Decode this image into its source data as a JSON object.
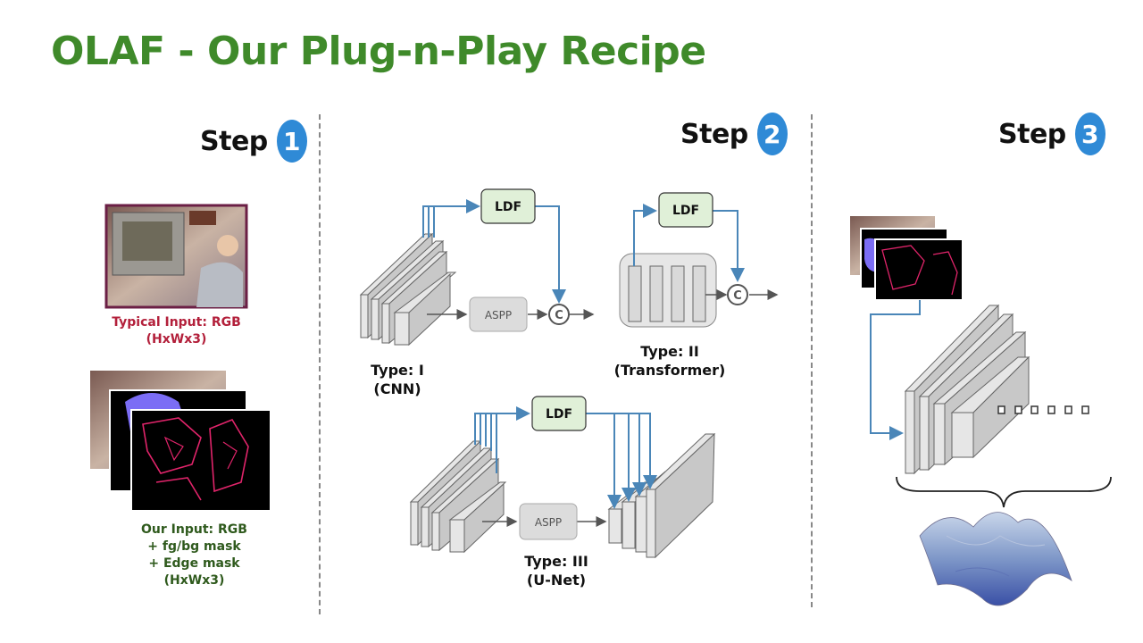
{
  "title": "OLAF - Our Plug-n-Play Recipe",
  "steps": [
    {
      "label": "Step",
      "number": "1"
    },
    {
      "label": "Step",
      "number": "2"
    },
    {
      "label": "Step",
      "number": "3"
    }
  ],
  "inputs": {
    "typical_line1": "Typical Input: RGB",
    "typical_line2": "(HxWx3)",
    "ours_line1": "Our Input: RGB",
    "ours_line2": "+ fg/bg mask",
    "ours_line3": "+ Edge mask",
    "ours_line4": "(HxWx3)"
  },
  "architectures": {
    "type1_line1": "Type: I",
    "type1_line2": "(CNN)",
    "type2_line1": "Type: II",
    "type2_line2": "(Transformer)",
    "type3_line1": "Type: III",
    "type3_line2": "(U-Net)",
    "ldf_label": "LDF",
    "aspp_label": "ASPP",
    "concat_symbol": "C"
  },
  "colors": {
    "title_green": "#3f8a2a",
    "step_badge_blue": "#2f8ad6",
    "arrow_blue": "#4a86b8",
    "ldf_fill": "#e0f0d8",
    "typical_caption_red": "#b3203b",
    "ours_caption_green": "#2f5a1d"
  }
}
